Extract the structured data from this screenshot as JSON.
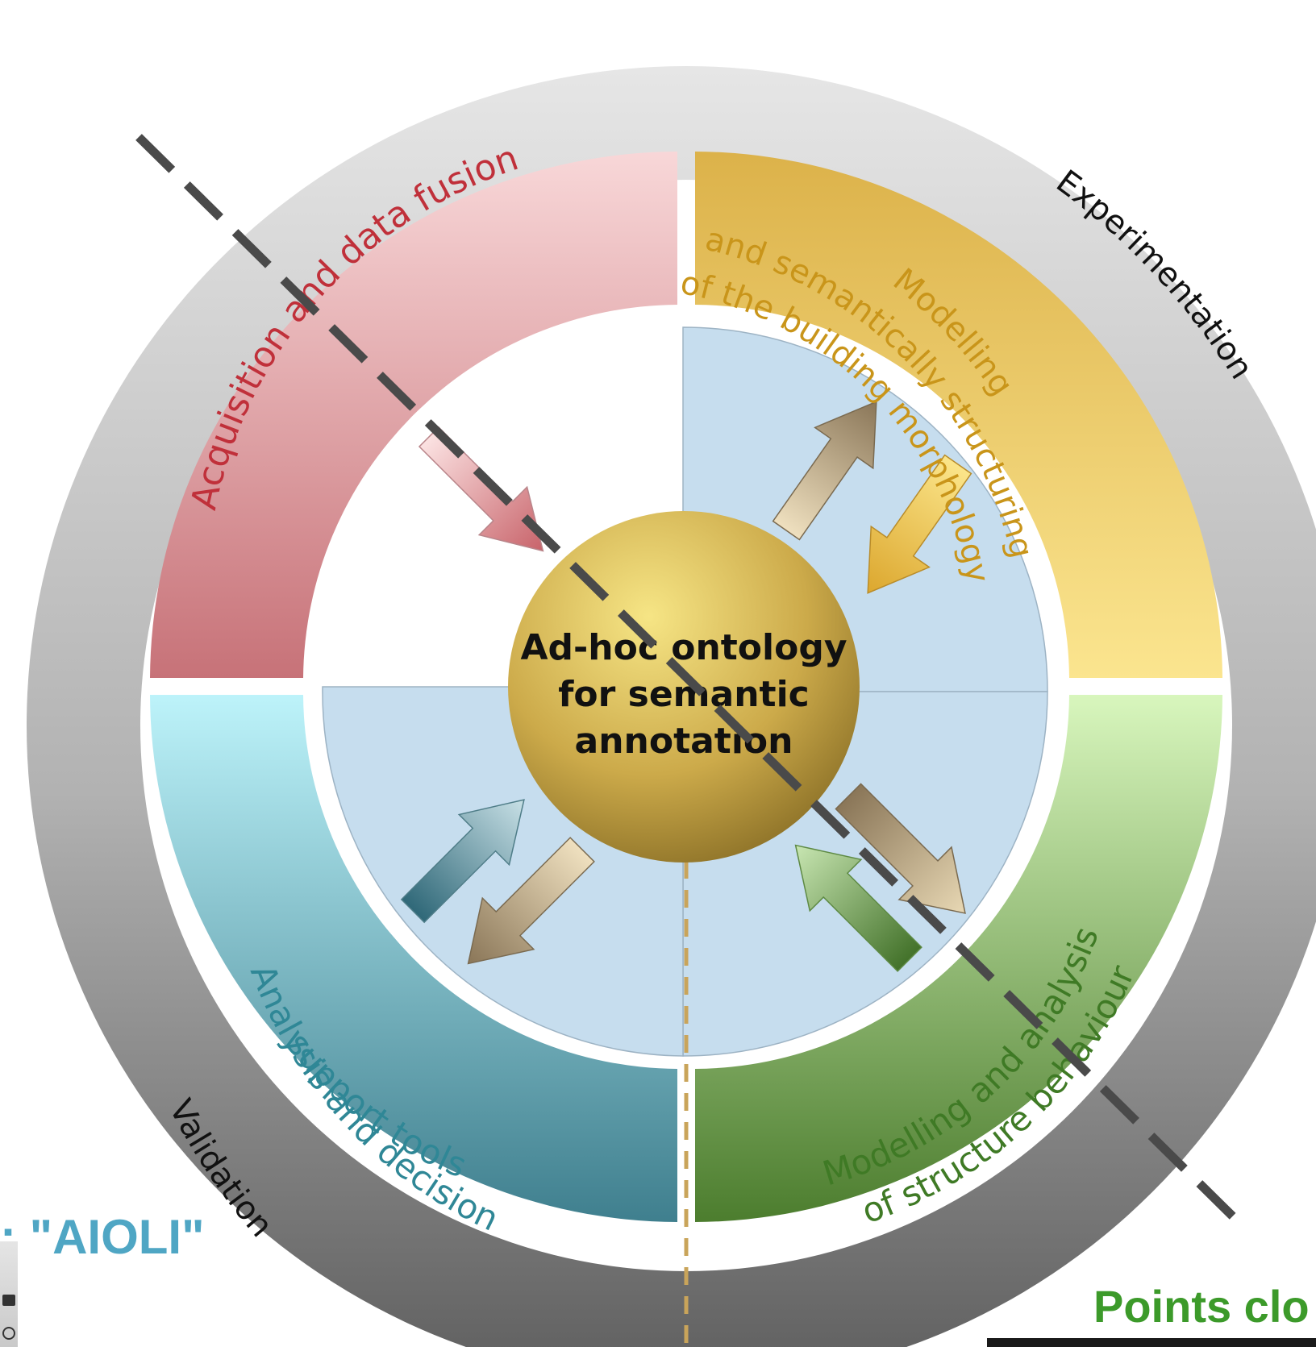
{
  "diagram": {
    "center": {
      "lines": [
        "Ad-hoc ontology",
        "for semantic",
        "annotation"
      ]
    },
    "quadrants": {
      "acquisition": {
        "lines": [
          "Acquisition and data fusion"
        ],
        "color": "#c0303a"
      },
      "modelling_morphology": {
        "lines": [
          "Modelling",
          "and semantically structuring",
          "of the building morphology"
        ],
        "color": "#c9951a"
      },
      "modelling_behaviour": {
        "lines": [
          "Modelling and analysis",
          "of structure behaviour"
        ],
        "color": "#3f7a25"
      },
      "analysis": {
        "lines": [
          "Analysis and decision",
          "support tools"
        ],
        "color": "#2f8796"
      }
    },
    "outer_ring": {
      "top_label": "Experimentation",
      "bottom_label": "Validation"
    }
  },
  "fragments": {
    "left_title": ": \"AIOLI\"",
    "right_title": "Points clo"
  }
}
